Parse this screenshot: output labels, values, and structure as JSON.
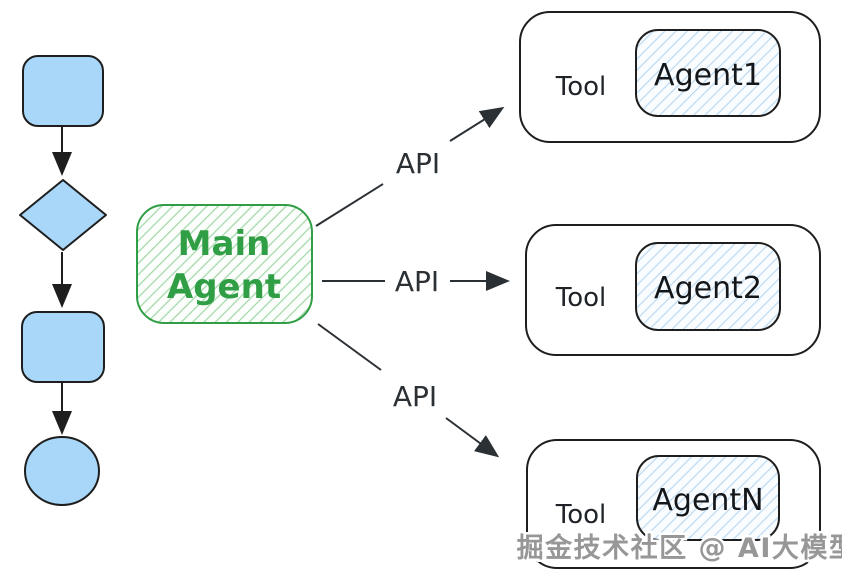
{
  "main_agent": {
    "line1": "Main",
    "line2": "Agent"
  },
  "connections": [
    {
      "label": "API"
    },
    {
      "label": "API"
    },
    {
      "label": "API"
    }
  ],
  "tool_cards": [
    {
      "label": "Tool",
      "agent": "Agent1"
    },
    {
      "label": "Tool",
      "agent": "Agent2"
    },
    {
      "label": "Tool",
      "agent": "AgentN"
    }
  ],
  "flow_shapes": [
    "rounded-rect",
    "diamond",
    "rounded-rect",
    "ellipse"
  ],
  "watermark": "掘金技术社区 @ AI大模型",
  "colors": {
    "shape_blue_fill": "#a8d7fa",
    "stroke_dark": "#1e1e1e",
    "green_accent": "#2f9e44",
    "green_hatch_line": "#9fd6a8",
    "blue_hatch_line": "#bcd8f0",
    "arrow_gray": "#2b3035",
    "watermark_gray": "#979797",
    "background": "#ffffff"
  }
}
